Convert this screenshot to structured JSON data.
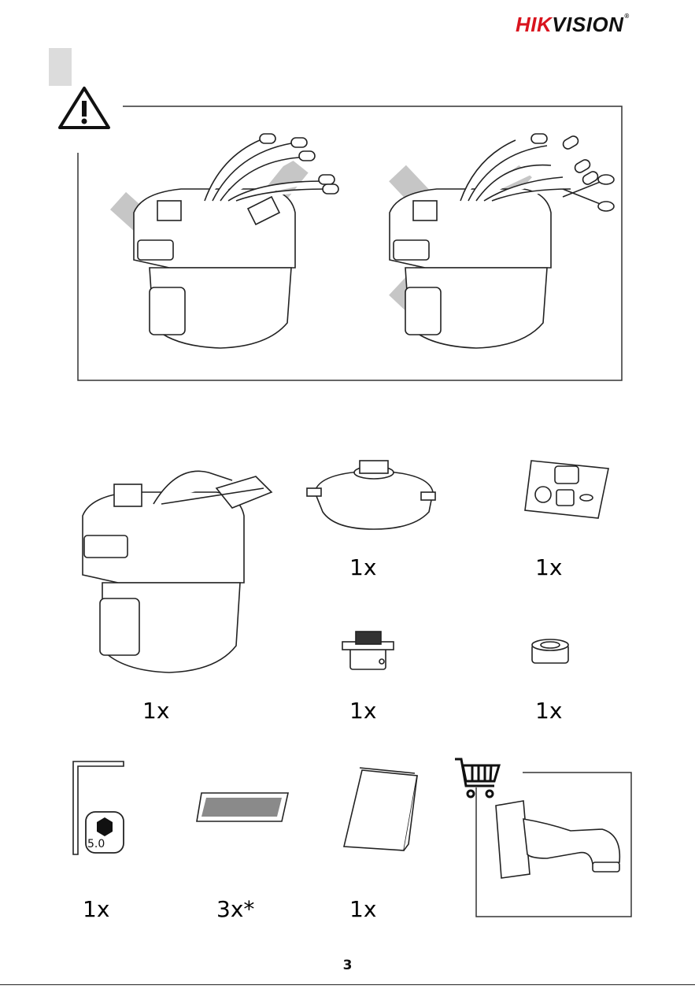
{
  "brand": {
    "logo_red": "HIK",
    "logo_black": "VISION",
    "registered": "®",
    "red_color": "#d9141e"
  },
  "warning": {
    "icon": "warning-triangle-icon"
  },
  "package_items": [
    {
      "id": "camera",
      "quantity": "1x"
    },
    {
      "id": "mounting-base",
      "quantity": "1x"
    },
    {
      "id": "connector-kit",
      "quantity": "1x"
    },
    {
      "id": "adapter",
      "quantity": "1x"
    },
    {
      "id": "seal-ring",
      "quantity": "1x"
    },
    {
      "id": "hex-key",
      "quantity": "1x",
      "hex_size": "5.0"
    },
    {
      "id": "sticker",
      "quantity": "3x*"
    },
    {
      "id": "manual",
      "quantity": "1x"
    }
  ],
  "optional": {
    "icon": "shopping-cart-icon"
  },
  "page_number": "3"
}
